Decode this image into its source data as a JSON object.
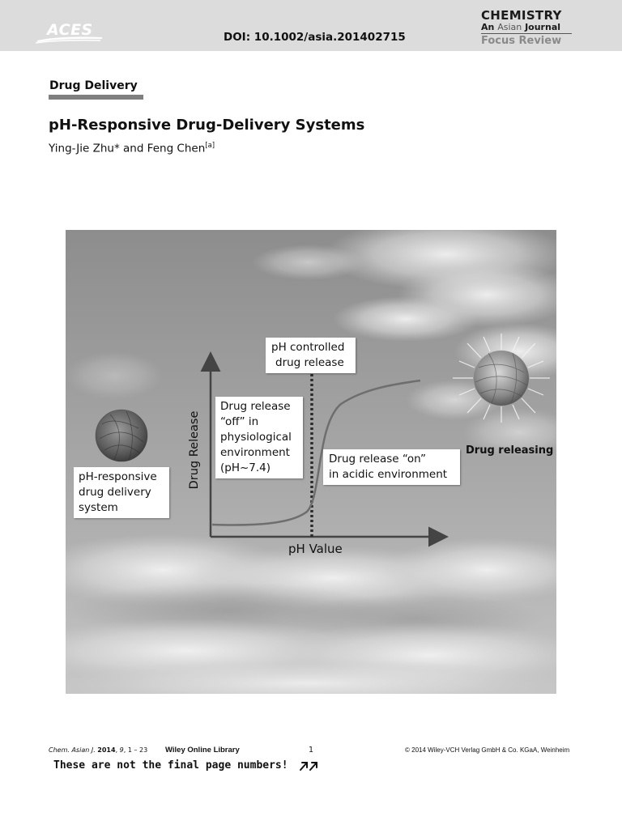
{
  "header": {
    "logo_text": "ACES",
    "doi": "DOI: 10.1002/asia.201402715",
    "journal_title": "CHEMISTRY",
    "journal_subtitle_prefix": "An",
    "journal_subtitle_middle": "Asian",
    "journal_subtitle_suffix": "Journal",
    "article_type": "Focus Review"
  },
  "article": {
    "section": "Drug Delivery",
    "title": "pH-Responsive Drug-Delivery Systems",
    "authors": "Ying-Jie Zhu* and Feng Chen",
    "affiliation_mark": "[a]"
  },
  "figure": {
    "callouts": {
      "ph_controlled": [
        "pH controlled",
        "drug release"
      ],
      "release_off": [
        "Drug release",
        "“off” in",
        "physiological",
        "environment",
        "(pH~7.4)"
      ],
      "release_on": [
        "Drug release “on”",
        "in acidic environment"
      ],
      "system": [
        "pH-responsive",
        "drug delivery",
        "system"
      ]
    },
    "labels": {
      "drug_releasing": "Drug releasing",
      "y_axis": "Drug Release",
      "x_axis": "pH Value"
    }
  },
  "footer": {
    "journal_abbrev": "Chem. Asian J.",
    "year": "2014",
    "volume": "9",
    "pages": ", 1 – 23",
    "library": "Wiley Online Library",
    "page_number": "1",
    "copyright": "© 2014 Wiley-VCH Verlag GmbH & Co. KGaA, Weinheim",
    "note": "These are not the final page numbers!"
  },
  "colors": {
    "header_band": "#dcdcdc",
    "section_bar": "#7f7f7f",
    "journal_type": "#8a8a8a"
  },
  "icons": {
    "logo": "aces-logo-icon",
    "footer_arrow": "double-arrow-icon"
  }
}
